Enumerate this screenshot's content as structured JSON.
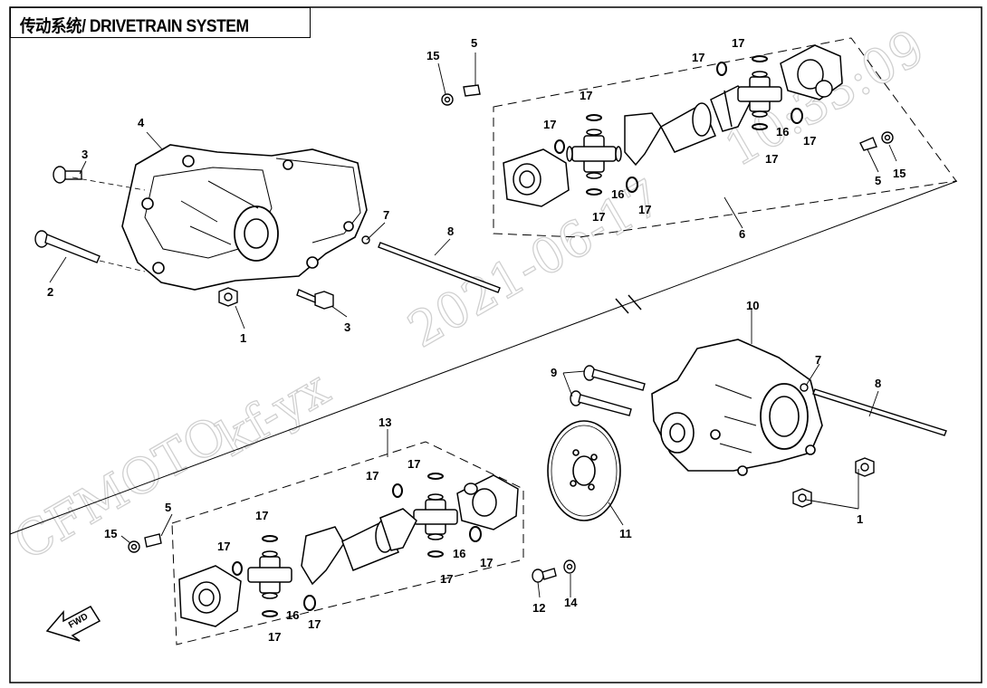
{
  "title": "传动系统/ DRIVETRAIN SYSTEM",
  "watermarks": [
    "CFMOTO",
    "kf-yx",
    "2021-06-17",
    "10:33:09"
  ],
  "fwd_label": "FWD",
  "callouts": {
    "c1a": "1",
    "c1b": "1",
    "c2": "2",
    "c3a": "3",
    "c3b": "3",
    "c4": "4",
    "c5a": "5",
    "c5b": "5",
    "c5c": "5",
    "c6": "6",
    "c7a": "7",
    "c7b": "7",
    "c8a": "8",
    "c8b": "8",
    "c9": "9",
    "c10": "10",
    "c11": "11",
    "c12": "12",
    "c13": "13",
    "c14": "14",
    "c15a": "15",
    "c15b": "15",
    "c15c": "15",
    "c16a": "16",
    "c16b": "16",
    "c16c": "16",
    "c16d": "16",
    "c17a": "17",
    "c17b": "17",
    "c17c": "17",
    "c17d": "17",
    "c17e": "17",
    "c17f": "17",
    "c17g": "17",
    "c17h": "17",
    "c17i": "17",
    "c17j": "17",
    "c17k": "17",
    "c17l": "17",
    "c17m": "17",
    "c17n": "17",
    "c17o": "17",
    "c17p": "17"
  }
}
